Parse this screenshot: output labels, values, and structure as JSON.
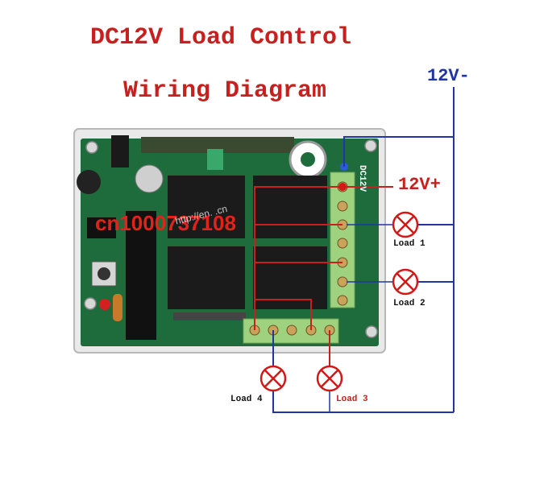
{
  "title": {
    "line1": "DC12V Load Control",
    "line2": "Wiring Diagram"
  },
  "supply": {
    "negative": "12V-",
    "positive": "12V+"
  },
  "loads": [
    {
      "label": "Load 1"
    },
    {
      "label": "Load 2"
    },
    {
      "label": "Load 3"
    },
    {
      "label": "Load 4"
    }
  ],
  "board": {
    "voltage_marking": "DC12V"
  },
  "watermark": {
    "primary": "cn1000737108",
    "secondary": "http://en.                .cn"
  },
  "colors": {
    "title": "#c8201e",
    "negative_wire": "#1f35a8",
    "positive_wire": "#c8201e",
    "pcb": "#1e6b3c",
    "terminal": "#9fd27f"
  }
}
